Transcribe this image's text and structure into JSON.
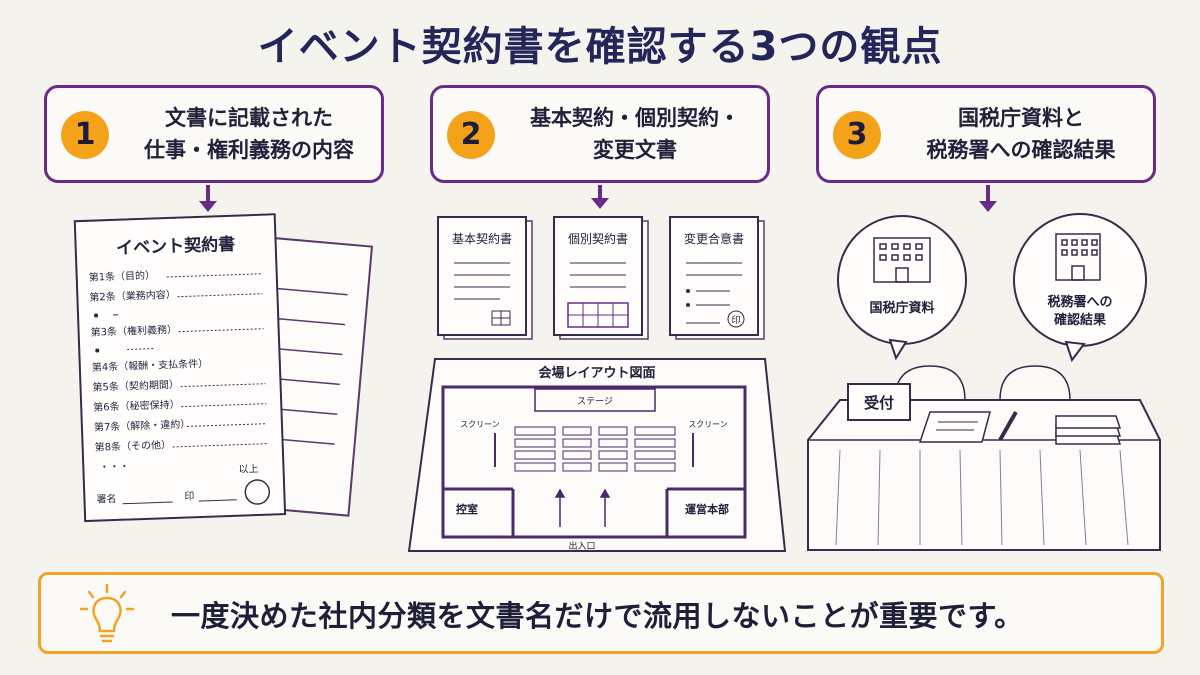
{
  "title": "イベント契約書を確認する3つの観点",
  "steps": [
    {
      "number": "1",
      "line1": "文書に記載された",
      "line2": "仕事・権利義務の内容"
    },
    {
      "number": "2",
      "line1": "基本契約・個別契約・",
      "line2": "変更文書"
    },
    {
      "number": "3",
      "line1": "国税庁資料と",
      "line2": "税務署への確認結果"
    }
  ],
  "contract": {
    "title": "イベント契約書",
    "articles": [
      "第1条（目的）",
      "第2条（業務内容）",
      "第3条（権利義務）",
      "第4条（報酬・支払条件）",
      "第5条（契約期間）",
      "第6条（秘密保持）",
      "第7条（解除・違約）",
      "第8条（その他）"
    ],
    "ellipsis": "・・・",
    "closing": "以上",
    "sign_label": "署名",
    "seal_label": "印"
  },
  "docs": {
    "basic": "基本契約書",
    "individual": "個別契約書",
    "change": "変更合意書",
    "seal": "印"
  },
  "venue": {
    "title": "会場レイアウト図面",
    "stage": "ステージ",
    "screen_left": "スクリーン",
    "screen_right": "スクリーン",
    "room_left": "控室",
    "room_right": "運営本部",
    "entrance": "出入口"
  },
  "bubbles": {
    "left": "国税庁資料",
    "right_line1": "税務署への",
    "right_line2": "確認結果"
  },
  "reception": "受付",
  "bottom_message": "一度決めた社内分類を文書名だけで流用しないことが重要です。",
  "colors": {
    "accent": "#6a2a8a",
    "badge": "#f4a21a",
    "title": "#24265a",
    "bottom_border": "#f2a325"
  }
}
